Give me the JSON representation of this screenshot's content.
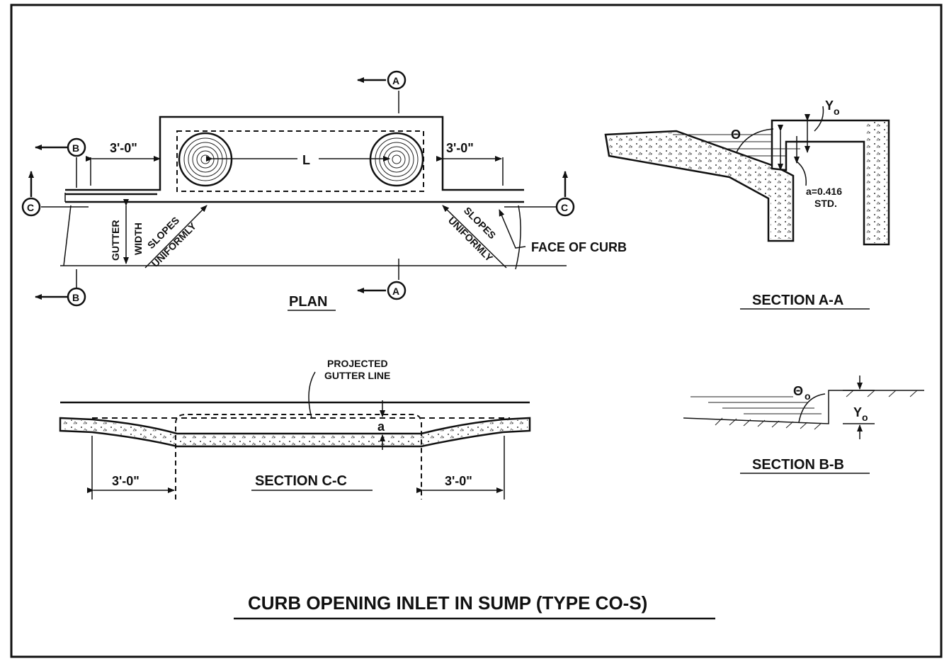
{
  "drawing": {
    "title": "CURB OPENING INLET IN SUMP (TYPE CO-S)",
    "plan": {
      "title": "PLAN",
      "dim_left": "3'-0\"",
      "dim_right": "3'-0\"",
      "length_label": "L",
      "gutter_width_line1": "GUTTER",
      "gutter_width_line2": "WIDTH",
      "slopes_label": "SLOPES",
      "uniformly_label": "UNIFORMLY",
      "face_of_curb": "FACE OF CURB",
      "marker_a": "A",
      "marker_b": "B",
      "marker_c": "C"
    },
    "section_aa": {
      "title": "SECTION A-A",
      "theta_label": "Θ",
      "yo_label": "Y",
      "yo_sub": "o",
      "depression_label": "a=0.416",
      "std_label": "STD."
    },
    "section_bb": {
      "title": "SECTION B-B",
      "theta_label": "Θ",
      "theta_sub": "o",
      "yo_label": "Y",
      "yo_sub": "o"
    },
    "section_cc": {
      "title": "SECTION C-C",
      "dim_left": "3'-0\"",
      "dim_right": "3'-0\"",
      "depression_label": "a",
      "projected_line1": "PROJECTED",
      "projected_line2": "GUTTER LINE"
    }
  }
}
